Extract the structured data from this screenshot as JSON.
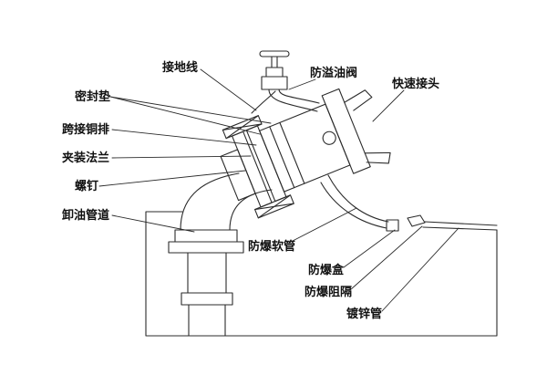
{
  "diagram": {
    "title": "oil-unloading-pipeline-assembly-diagram",
    "background": "#ffffff",
    "line_color": "#2b2b2b",
    "labels": [
      {
        "name": "grounding-wire",
        "text": "接地线"
      },
      {
        "name": "anti-overflow-oil-valve",
        "text": "防溢油阀"
      },
      {
        "name": "quick-coupler",
        "text": "快速接头"
      },
      {
        "name": "sealing-gasket",
        "text": "密封垫"
      },
      {
        "name": "bridging-copper-busbar",
        "text": "跨接铜排"
      },
      {
        "name": "clamping-flange",
        "text": "夹装法兰"
      },
      {
        "name": "screw",
        "text": "螺钉"
      },
      {
        "name": "oil-unloading-pipeline",
        "text": "卸油管道"
      },
      {
        "name": "explosion-proof-hose",
        "text": "防爆软管"
      },
      {
        "name": "explosion-proof-box",
        "text": "防爆盒"
      },
      {
        "name": "explosion-proof-barrier",
        "text": "防爆阻隔"
      },
      {
        "name": "galvanized-pipe",
        "text": "镀锌管"
      }
    ]
  }
}
